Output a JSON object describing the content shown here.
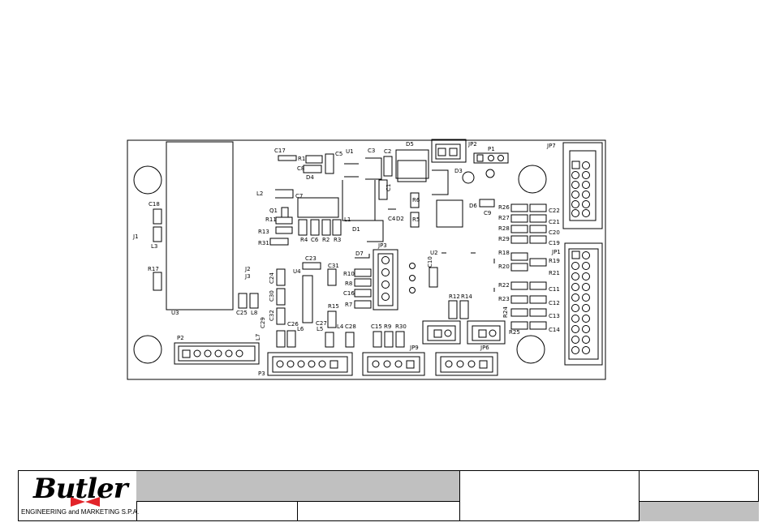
{
  "board": {
    "title": "PCB component layout",
    "components": [
      {
        "ref": "C17"
      },
      {
        "ref": "R1"
      },
      {
        "ref": "C8"
      },
      {
        "ref": "C5"
      },
      {
        "ref": "U1"
      },
      {
        "ref": "C3"
      },
      {
        "ref": "C2"
      },
      {
        "ref": "D5"
      },
      {
        "ref": "JP2"
      },
      {
        "ref": "P1"
      },
      {
        "ref": "JP7"
      },
      {
        "ref": "D4"
      },
      {
        "ref": "D3"
      },
      {
        "ref": "C1"
      },
      {
        "ref": "L2"
      },
      {
        "ref": "C7"
      },
      {
        "ref": "R6"
      },
      {
        "ref": "D6"
      },
      {
        "ref": "C9"
      },
      {
        "ref": "Q1"
      },
      {
        "ref": "C18"
      },
      {
        "ref": "R11"
      },
      {
        "ref": "L1"
      },
      {
        "ref": "C4"
      },
      {
        "ref": "D2"
      },
      {
        "ref": "R5"
      },
      {
        "ref": "D1"
      },
      {
        "ref": "R13"
      },
      {
        "ref": "L3"
      },
      {
        "ref": "J1"
      },
      {
        "ref": "R31"
      },
      {
        "ref": "R4"
      },
      {
        "ref": "C6"
      },
      {
        "ref": "R2"
      },
      {
        "ref": "R3"
      },
      {
        "ref": "JP3"
      },
      {
        "ref": "U2"
      },
      {
        "ref": "JP1"
      },
      {
        "ref": "R26"
      },
      {
        "ref": "R27"
      },
      {
        "ref": "R28"
      },
      {
        "ref": "R29"
      },
      {
        "ref": "C22"
      },
      {
        "ref": "C21"
      },
      {
        "ref": "C20"
      },
      {
        "ref": "C19"
      },
      {
        "ref": "R18"
      },
      {
        "ref": "R19"
      },
      {
        "ref": "R20"
      },
      {
        "ref": "R21"
      },
      {
        "ref": "R22"
      },
      {
        "ref": "C11"
      },
      {
        "ref": "R23"
      },
      {
        "ref": "C12"
      },
      {
        "ref": "R24"
      },
      {
        "ref": "C13"
      },
      {
        "ref": "R25"
      },
      {
        "ref": "C14"
      },
      {
        "ref": "D7"
      },
      {
        "ref": "C23"
      },
      {
        "ref": "R10"
      },
      {
        "ref": "R8"
      },
      {
        "ref": "C16"
      },
      {
        "ref": "R7"
      },
      {
        "ref": "C10"
      },
      {
        "ref": "J2"
      },
      {
        "ref": "J3"
      },
      {
        "ref": "U4"
      },
      {
        "ref": "C31"
      },
      {
        "ref": "R17"
      },
      {
        "ref": "C24"
      },
      {
        "ref": "C30"
      },
      {
        "ref": "C32"
      },
      {
        "ref": "R15"
      },
      {
        "ref": "R12"
      },
      {
        "ref": "R14"
      },
      {
        "ref": "U3"
      },
      {
        "ref": "C25"
      },
      {
        "ref": "L8"
      },
      {
        "ref": "C29"
      },
      {
        "ref": "C26"
      },
      {
        "ref": "C27"
      },
      {
        "ref": "L6"
      },
      {
        "ref": "L7"
      },
      {
        "ref": "L5"
      },
      {
        "ref": "L4"
      },
      {
        "ref": "C28"
      },
      {
        "ref": "C15"
      },
      {
        "ref": "R9"
      },
      {
        "ref": "R30"
      },
      {
        "ref": "P2"
      },
      {
        "ref": "JP9"
      },
      {
        "ref": "JP6"
      },
      {
        "ref": "P3"
      }
    ]
  },
  "titleblock": {
    "logo_text": "Butler",
    "logo_subtitle": "ENGINEERING and MARKETING S.P.A.",
    "colors": {
      "logo_bowtie": "#e2242a",
      "header_fill": "#c0c0c0"
    }
  }
}
